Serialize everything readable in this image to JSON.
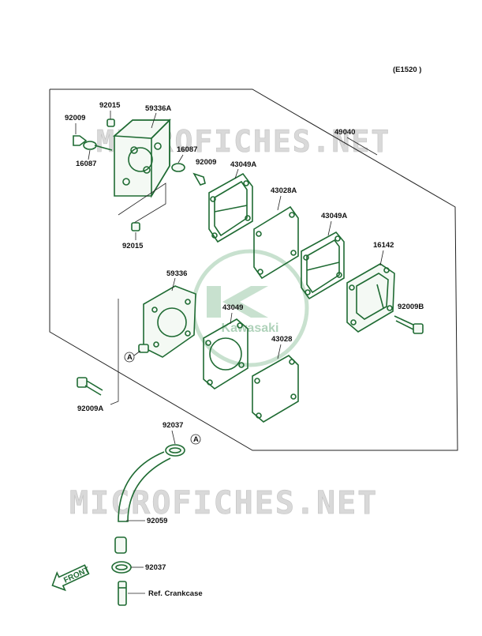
{
  "diagram": {
    "ref_code": "(E1520 )",
    "watermark_text": "MICROFICHES.NET",
    "logo_text": "Kawasaki",
    "front_label": "FRONT",
    "colors": {
      "part": "#1f6b33",
      "logo": "#2f8f4f",
      "watermark": "#d9d9d9"
    },
    "callouts": {
      "p92015_top": "92015",
      "p59336A": "59336A",
      "p92009_left": "92009",
      "p16087_left": "16087",
      "p16087_right": "16087",
      "p92009_right": "92009",
      "p49040": "49040",
      "p43049A_1": "43049A",
      "p43028A": "43028A",
      "p43049A_2": "43049A",
      "p16142": "16142",
      "p92015_bottom": "92015",
      "p59336": "59336",
      "p43049": "43049",
      "p43028": "43028",
      "p92009B": "92009B",
      "p92009A": "92009A",
      "p92037_top": "92037",
      "p92059": "92059",
      "p92037_bottom": "92037",
      "ref_crankcase": "Ref. Crankcase",
      "marker_a1": "A",
      "marker_a2": "A"
    }
  }
}
